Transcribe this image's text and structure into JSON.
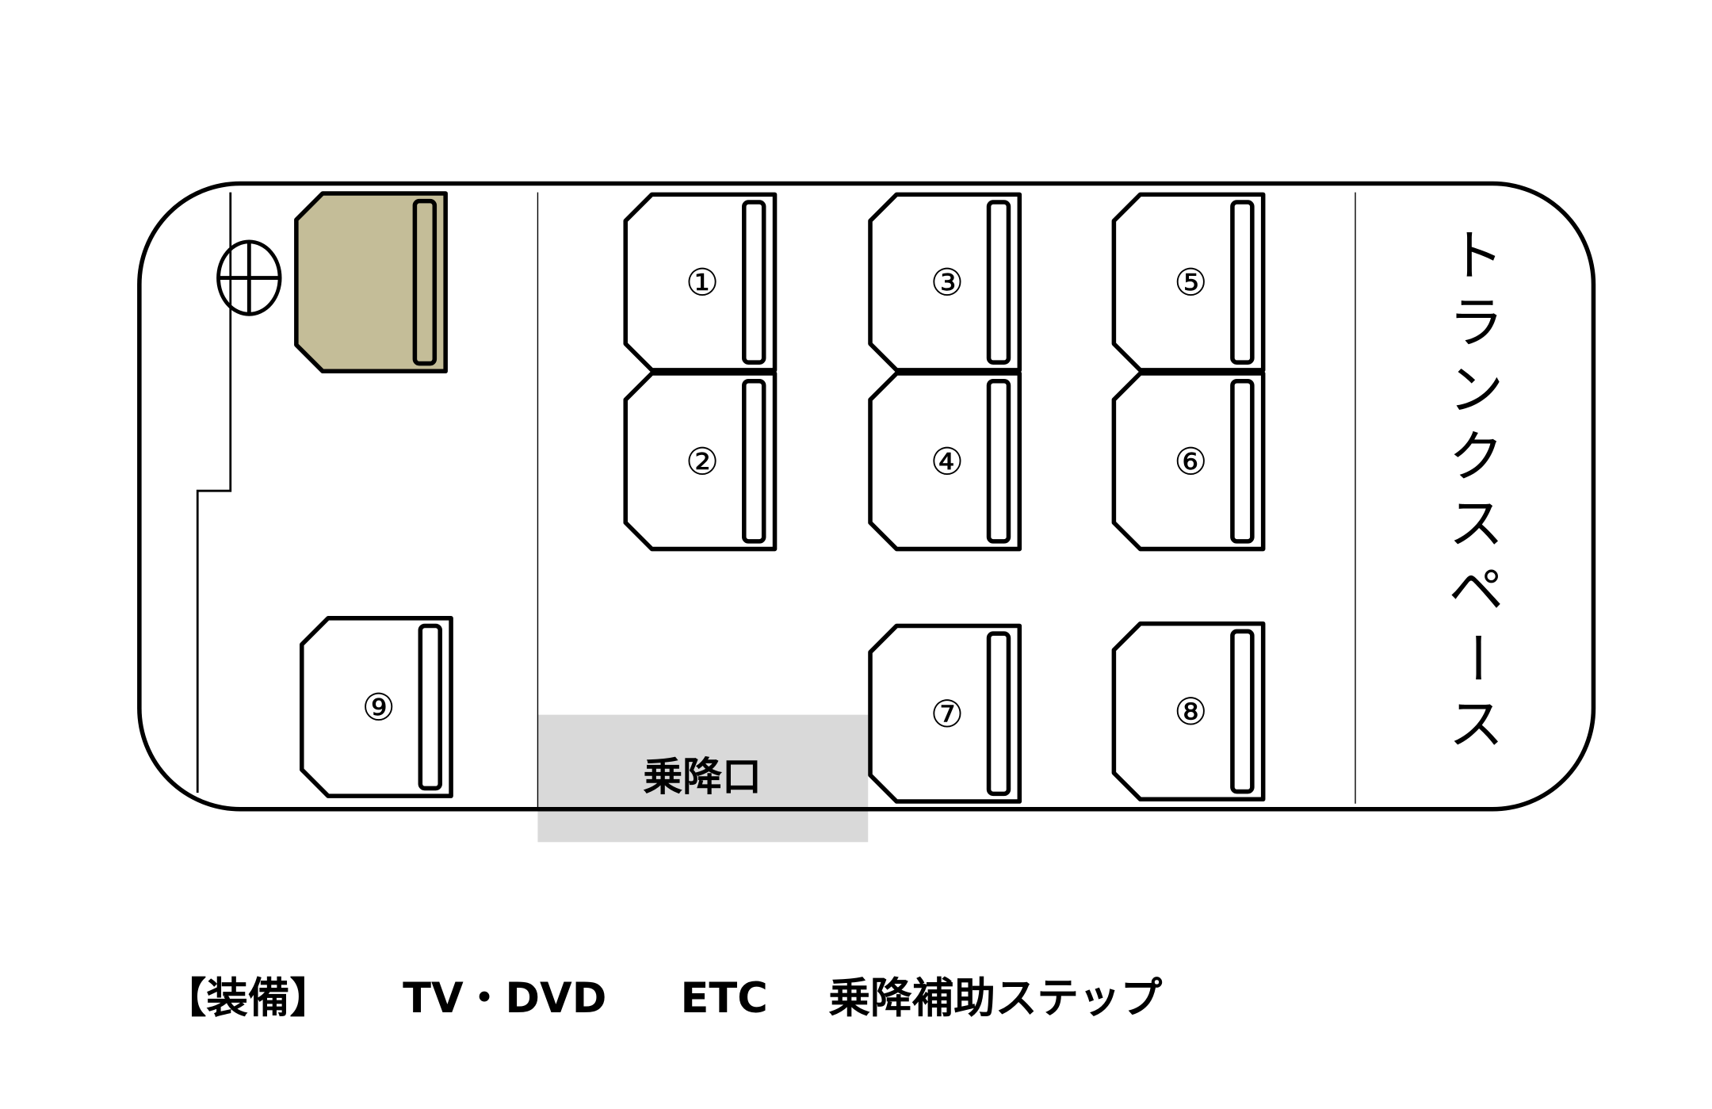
{
  "diagram": {
    "driver_seat_color": "#c4bd98",
    "door_color": "#d9d9d9",
    "seats": [
      {
        "label": "①",
        "id": "1"
      },
      {
        "label": "②",
        "id": "2"
      },
      {
        "label": "③",
        "id": "3"
      },
      {
        "label": "④",
        "id": "4"
      },
      {
        "label": "⑤",
        "id": "5"
      },
      {
        "label": "⑥",
        "id": "6"
      },
      {
        "label": "⑦",
        "id": "7"
      },
      {
        "label": "⑧",
        "id": "8"
      },
      {
        "label": "⑨",
        "id": "9"
      }
    ],
    "door_label": "乗降口",
    "trunk_label": "トランクスペース"
  },
  "equipment": {
    "heading": "【装備】",
    "items": [
      "TV・DVD",
      "ETC",
      "乗降補助ステップ"
    ]
  }
}
